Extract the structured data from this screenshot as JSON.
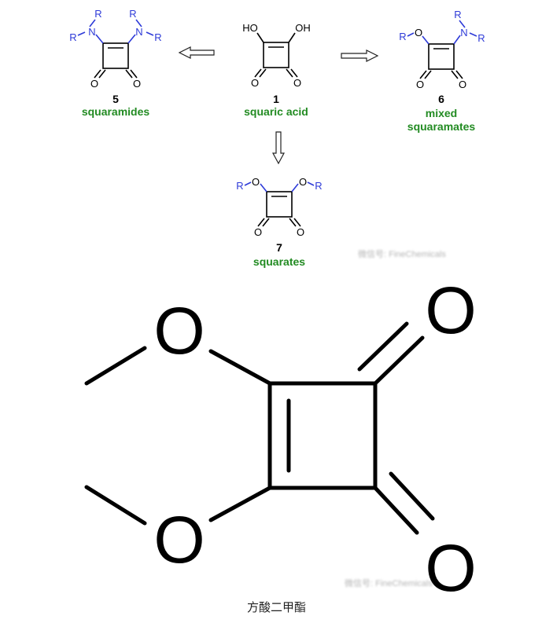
{
  "colors": {
    "label": "#228B22",
    "r_group": "#2E3BD8",
    "bond": "#000000"
  },
  "scheme": {
    "compounds": [
      {
        "number": "1",
        "name_lines": [
          "squaric acid"
        ]
      },
      {
        "number": "5",
        "name_lines": [
          "squaramides"
        ]
      },
      {
        "number": "6",
        "name_lines": [
          "mixed",
          "squaramates"
        ]
      },
      {
        "number": "7",
        "name_lines": [
          "squarates"
        ]
      }
    ],
    "atoms": {
      "O": "O",
      "OH": "HO",
      "OH2": "OH",
      "N": "N",
      "R": "R"
    },
    "watermark": "微信号: FineChemicals"
  },
  "structure": {
    "atoms": {
      "O": "O"
    },
    "watermark": "微信号: FineChemicals"
  },
  "caption": "方酸二甲酯"
}
